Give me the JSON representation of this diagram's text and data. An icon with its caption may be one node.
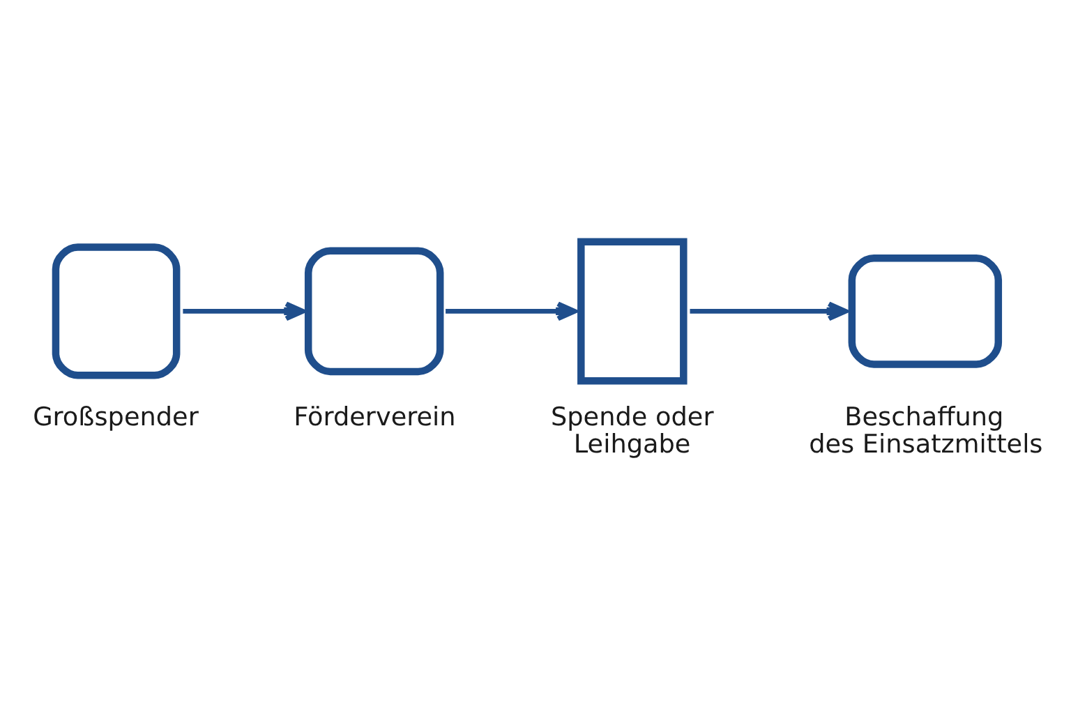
{
  "diagram": {
    "nodes": [
      {
        "text": [
          "Großspender"
        ]
      },
      {
        "text": [
          "Förderverein"
        ]
      },
      {
        "text": [
          "Spende oder Leihgabe"
        ]
      },
      {
        "text": [
          "Beschaffung des Einsatzmittels"
        ]
      }
    ],
    "edges": [
      {
        "from": 0,
        "to": 1,
        "arrow": "to"
      },
      {
        "from": 1,
        "to": 2,
        "arrow": "to"
      },
      {
        "from": 2,
        "to": 3,
        "arrow": "to"
      }
    ]
  }
}
